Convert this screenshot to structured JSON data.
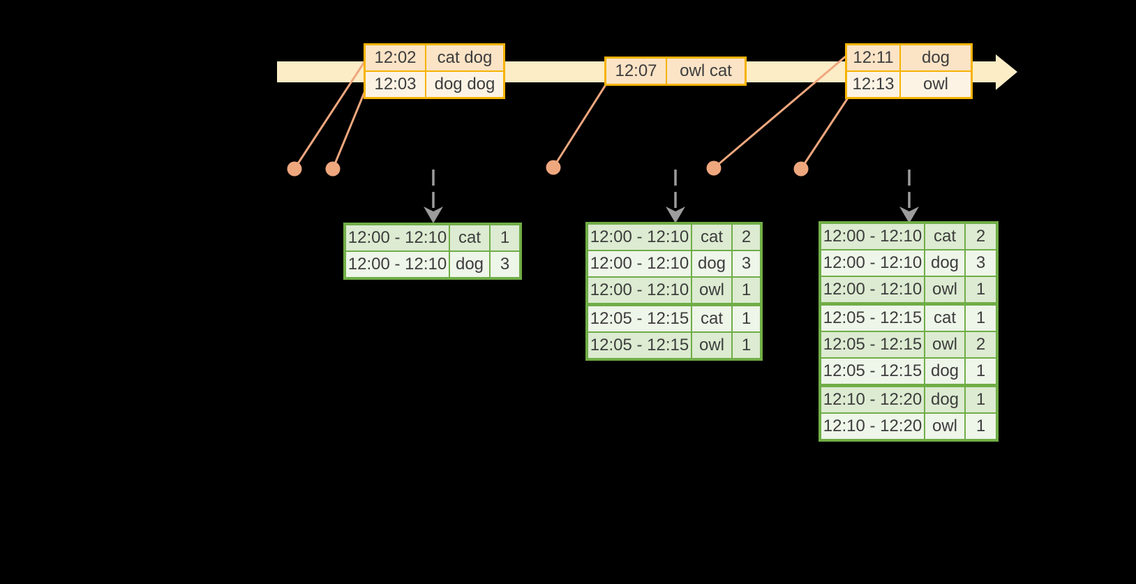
{
  "colors": {
    "background": "#000000",
    "timeline_fill": "#FCEDC6",
    "event_border": "#F5B301",
    "event_row_dark": "#FBE3C6",
    "event_row_light": "#FDF3E4",
    "connector": "#EFA77E",
    "trigger_arrow": "#9C9C9C",
    "result_border": "#70AD47",
    "result_row_dark": "#DCEBD1",
    "result_row_light": "#EEF5E9",
    "text_color": "#3D3D3D"
  },
  "timeline": {
    "events": [
      {
        "rows": [
          {
            "time": "12:02",
            "words": "cat dog"
          },
          {
            "time": "12:03",
            "words": "dog dog"
          }
        ]
      },
      {
        "rows": [
          {
            "time": "12:07",
            "words": "owl cat"
          }
        ]
      },
      {
        "rows": [
          {
            "time": "12:11",
            "words": "dog"
          },
          {
            "time": "12:13",
            "words": "owl"
          }
        ]
      }
    ]
  },
  "result_tables": [
    {
      "rows": [
        {
          "window": "12:00 - 12:10",
          "word": "cat",
          "count": "1"
        },
        {
          "window": "12:00 - 12:10",
          "word": "dog",
          "count": "3"
        }
      ]
    },
    {
      "rows": [
        {
          "window": "12:00 - 12:10",
          "word": "cat",
          "count": "2"
        },
        {
          "window": "12:00 - 12:10",
          "word": "dog",
          "count": "3"
        },
        {
          "window": "12:00 - 12:10",
          "word": "owl",
          "count": "1"
        },
        {
          "window": "12:05 - 12:15",
          "word": "cat",
          "count": "1"
        },
        {
          "window": "12:05 - 12:15",
          "word": "owl",
          "count": "1"
        }
      ]
    },
    {
      "rows": [
        {
          "window": "12:00 - 12:10",
          "word": "cat",
          "count": "2"
        },
        {
          "window": "12:00 - 12:10",
          "word": "dog",
          "count": "3"
        },
        {
          "window": "12:00 - 12:10",
          "word": "owl",
          "count": "1"
        },
        {
          "window": "12:05 - 12:15",
          "word": "cat",
          "count": "1"
        },
        {
          "window": "12:05 - 12:15",
          "word": "owl",
          "count": "2"
        },
        {
          "window": "12:05 - 12:15",
          "word": "dog",
          "count": "1"
        },
        {
          "window": "12:10 - 12:20",
          "word": "dog",
          "count": "1"
        },
        {
          "window": "12:10 - 12:20",
          "word": "owl",
          "count": "1"
        }
      ]
    }
  ]
}
